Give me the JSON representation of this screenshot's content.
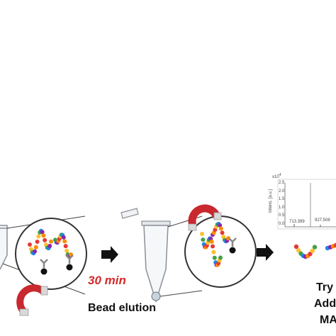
{
  "labels": {
    "time": "30 min",
    "step": "Bead elution",
    "trunc1": "Try",
    "trunc2": "Add",
    "trunc3": "MA"
  },
  "spectrum": {
    "exponent_label": "x10",
    "exponent_sup": "4",
    "ylabel": "Intens. [a.u.]",
    "yticks": [
      "2.5",
      "2.0",
      "1.5",
      "1.0",
      "0.5",
      "0.0"
    ],
    "peak1": "713.399",
    "peak2": "927.508"
  },
  "colors": {
    "magnet_red": "#c8282e",
    "arrow": "#111111",
    "time_red": "#d42a2a",
    "bead_palette": [
      "#e53935",
      "#fbc02d",
      "#43a047",
      "#1e88e5",
      "#8e24aa",
      "#fb8c00"
    ]
  },
  "icons": [
    "magnet-icon",
    "tube-icon",
    "arrow-icon",
    "antibody-icon",
    "bead-icon"
  ]
}
